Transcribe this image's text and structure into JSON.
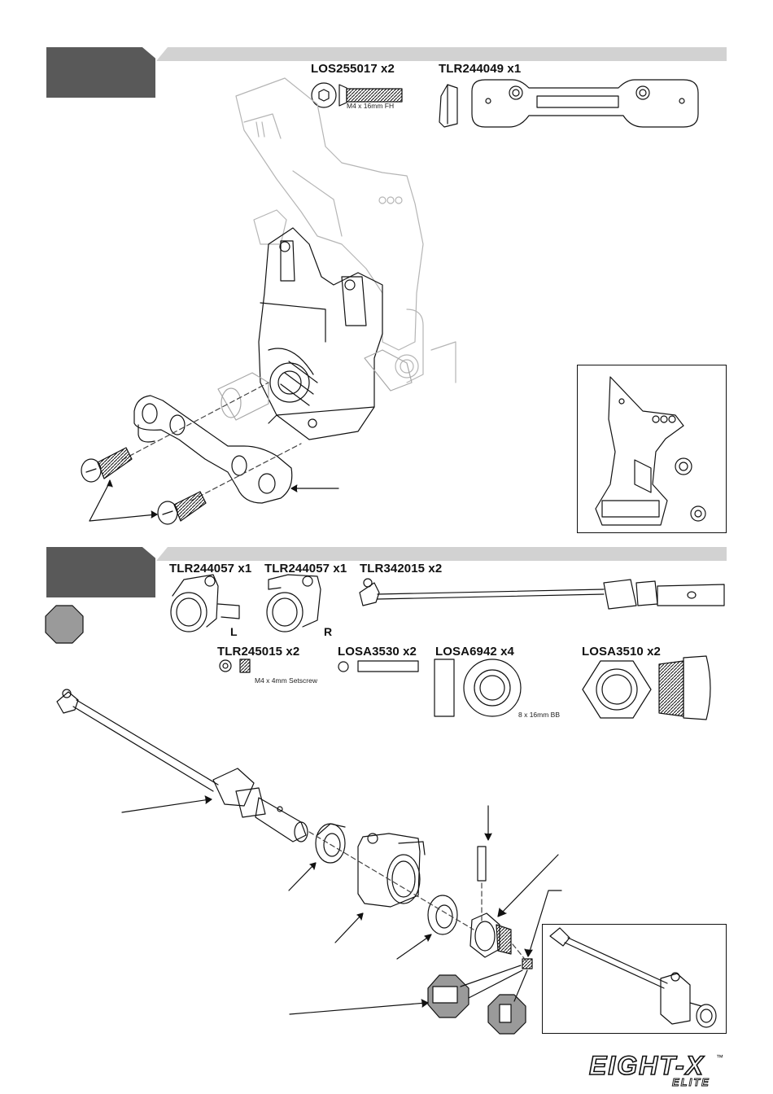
{
  "step1": {
    "parts": [
      {
        "code": "LOS255017 x2",
        "note": "M4 x 16mm FH"
      },
      {
        "code": "TLR244049 x1",
        "note": ""
      }
    ]
  },
  "step2": {
    "parts": [
      {
        "code": "TLR244057 x1",
        "side": "L"
      },
      {
        "code": "TLR244057 x1",
        "side": "R"
      },
      {
        "code": "TLR342015 x2"
      },
      {
        "code": "TLR245015 x2",
        "note": "M4 x 4mm Setscrew"
      },
      {
        "code": "LOSA3530 x2"
      },
      {
        "code": "LOSA6942 x4",
        "note": "8 x 16mm BB"
      },
      {
        "code": "LOSA3510 x2"
      }
    ]
  },
  "brand": {
    "logo_text": "EIGHT-X",
    "logo_sub": "ELITE",
    "trademark": "™"
  }
}
